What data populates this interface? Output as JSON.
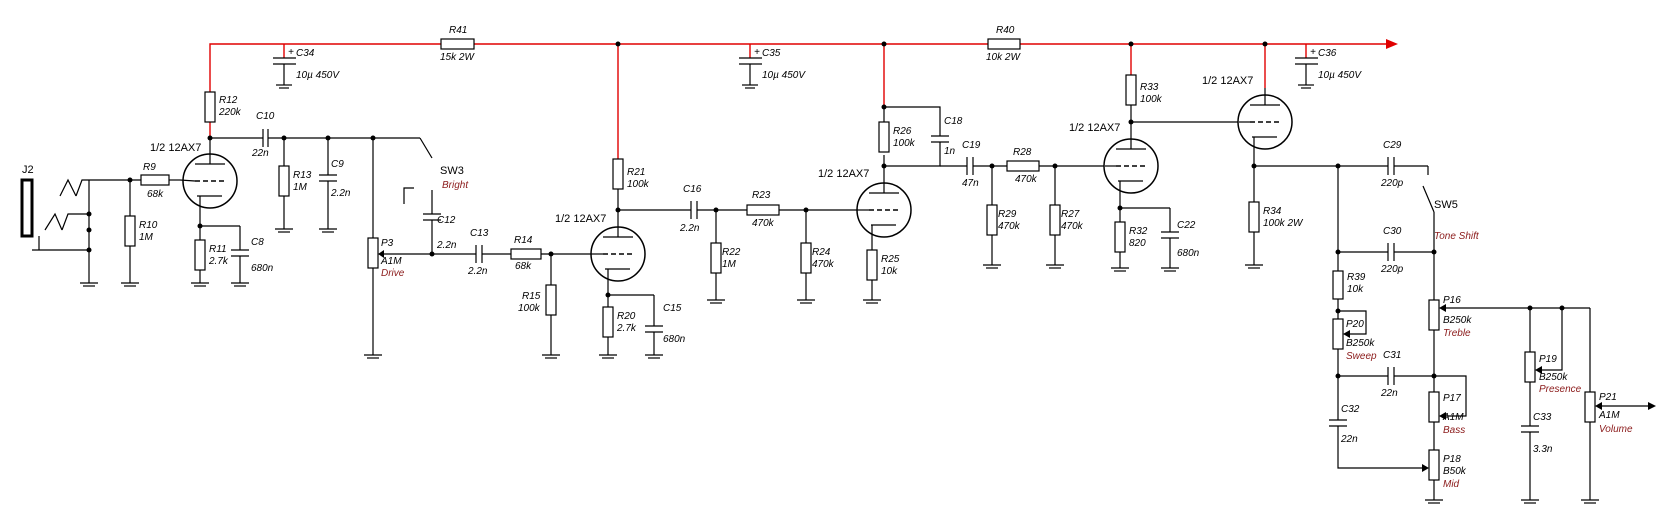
{
  "tube_label": "1/2 12AX7",
  "components": {
    "J2": "J2",
    "R9": [
      "R9",
      "68k"
    ],
    "R10": [
      "R10",
      "1M"
    ],
    "R12": [
      "R12",
      "220k"
    ],
    "C10": [
      "C10",
      "22n"
    ],
    "R11": [
      "R11",
      "2.7k"
    ],
    "C8": [
      "C8",
      "680n"
    ],
    "R13": [
      "R13",
      "1M"
    ],
    "C9": [
      "C9",
      "2.2n"
    ],
    "SW3": [
      "SW3",
      "Bright"
    ],
    "C12": [
      "C12",
      "2.2n"
    ],
    "P3": [
      "P3",
      "A1M",
      "Drive"
    ],
    "C13": [
      "C13",
      "2.2n"
    ],
    "R14": [
      "R14",
      "68k"
    ],
    "R15": [
      "R15",
      "100k"
    ],
    "R21": [
      "R21",
      "100k"
    ],
    "R20": [
      "R20",
      "2.7k"
    ],
    "C15": [
      "C15",
      "680n"
    ],
    "C16": [
      "C16",
      "2.2n"
    ],
    "R22": [
      "R22",
      "1M"
    ],
    "R23": [
      "R23",
      "470k"
    ],
    "R24": [
      "R24",
      "470k"
    ],
    "R26": [
      "R26",
      "100k"
    ],
    "C18": [
      "C18",
      "1n"
    ],
    "R25": [
      "R25",
      "10k"
    ],
    "C19": [
      "C19",
      "47n"
    ],
    "R28": [
      "R28",
      "470k"
    ],
    "R29": [
      "R29",
      "470k"
    ],
    "R27": [
      "R27",
      "470k"
    ],
    "R33": [
      "R33",
      "100k"
    ],
    "R32": [
      "R32",
      "820"
    ],
    "C22": [
      "C22",
      "680n"
    ],
    "R34": [
      "R34",
      "100k 2W"
    ],
    "C29": [
      "C29",
      "220p"
    ],
    "SW5": [
      "SW5",
      "Tone Shift"
    ],
    "C30": [
      "C30",
      "220p"
    ],
    "R39": [
      "R39",
      "10k"
    ],
    "P20": [
      "P20",
      "B250k",
      "Sweep"
    ],
    "C31": [
      "C31",
      "22n"
    ],
    "C32": [
      "C32",
      "22n"
    ],
    "P16": [
      "P16",
      "B250k",
      "Treble"
    ],
    "P17": [
      "P17",
      "A1M",
      "Bass"
    ],
    "P18": [
      "P18",
      "B50k",
      "Mid"
    ],
    "P19": [
      "P19",
      "B250k",
      "Presence"
    ],
    "C33": [
      "C33",
      "3.3n"
    ],
    "P21": [
      "P21",
      "A1M",
      "Volume"
    ],
    "R41": [
      "R41",
      "15k 2W"
    ],
    "R40": [
      "R40",
      "10k 2W"
    ],
    "C34": [
      "C34",
      "10µ 450V"
    ],
    "C35": [
      "C35",
      "10µ 450V"
    ],
    "C36": [
      "C36",
      "10µ 450V"
    ]
  },
  "colors": {
    "wire": "#000000",
    "supply_rail": "#e00000",
    "control_label": "#8b1a1a"
  }
}
